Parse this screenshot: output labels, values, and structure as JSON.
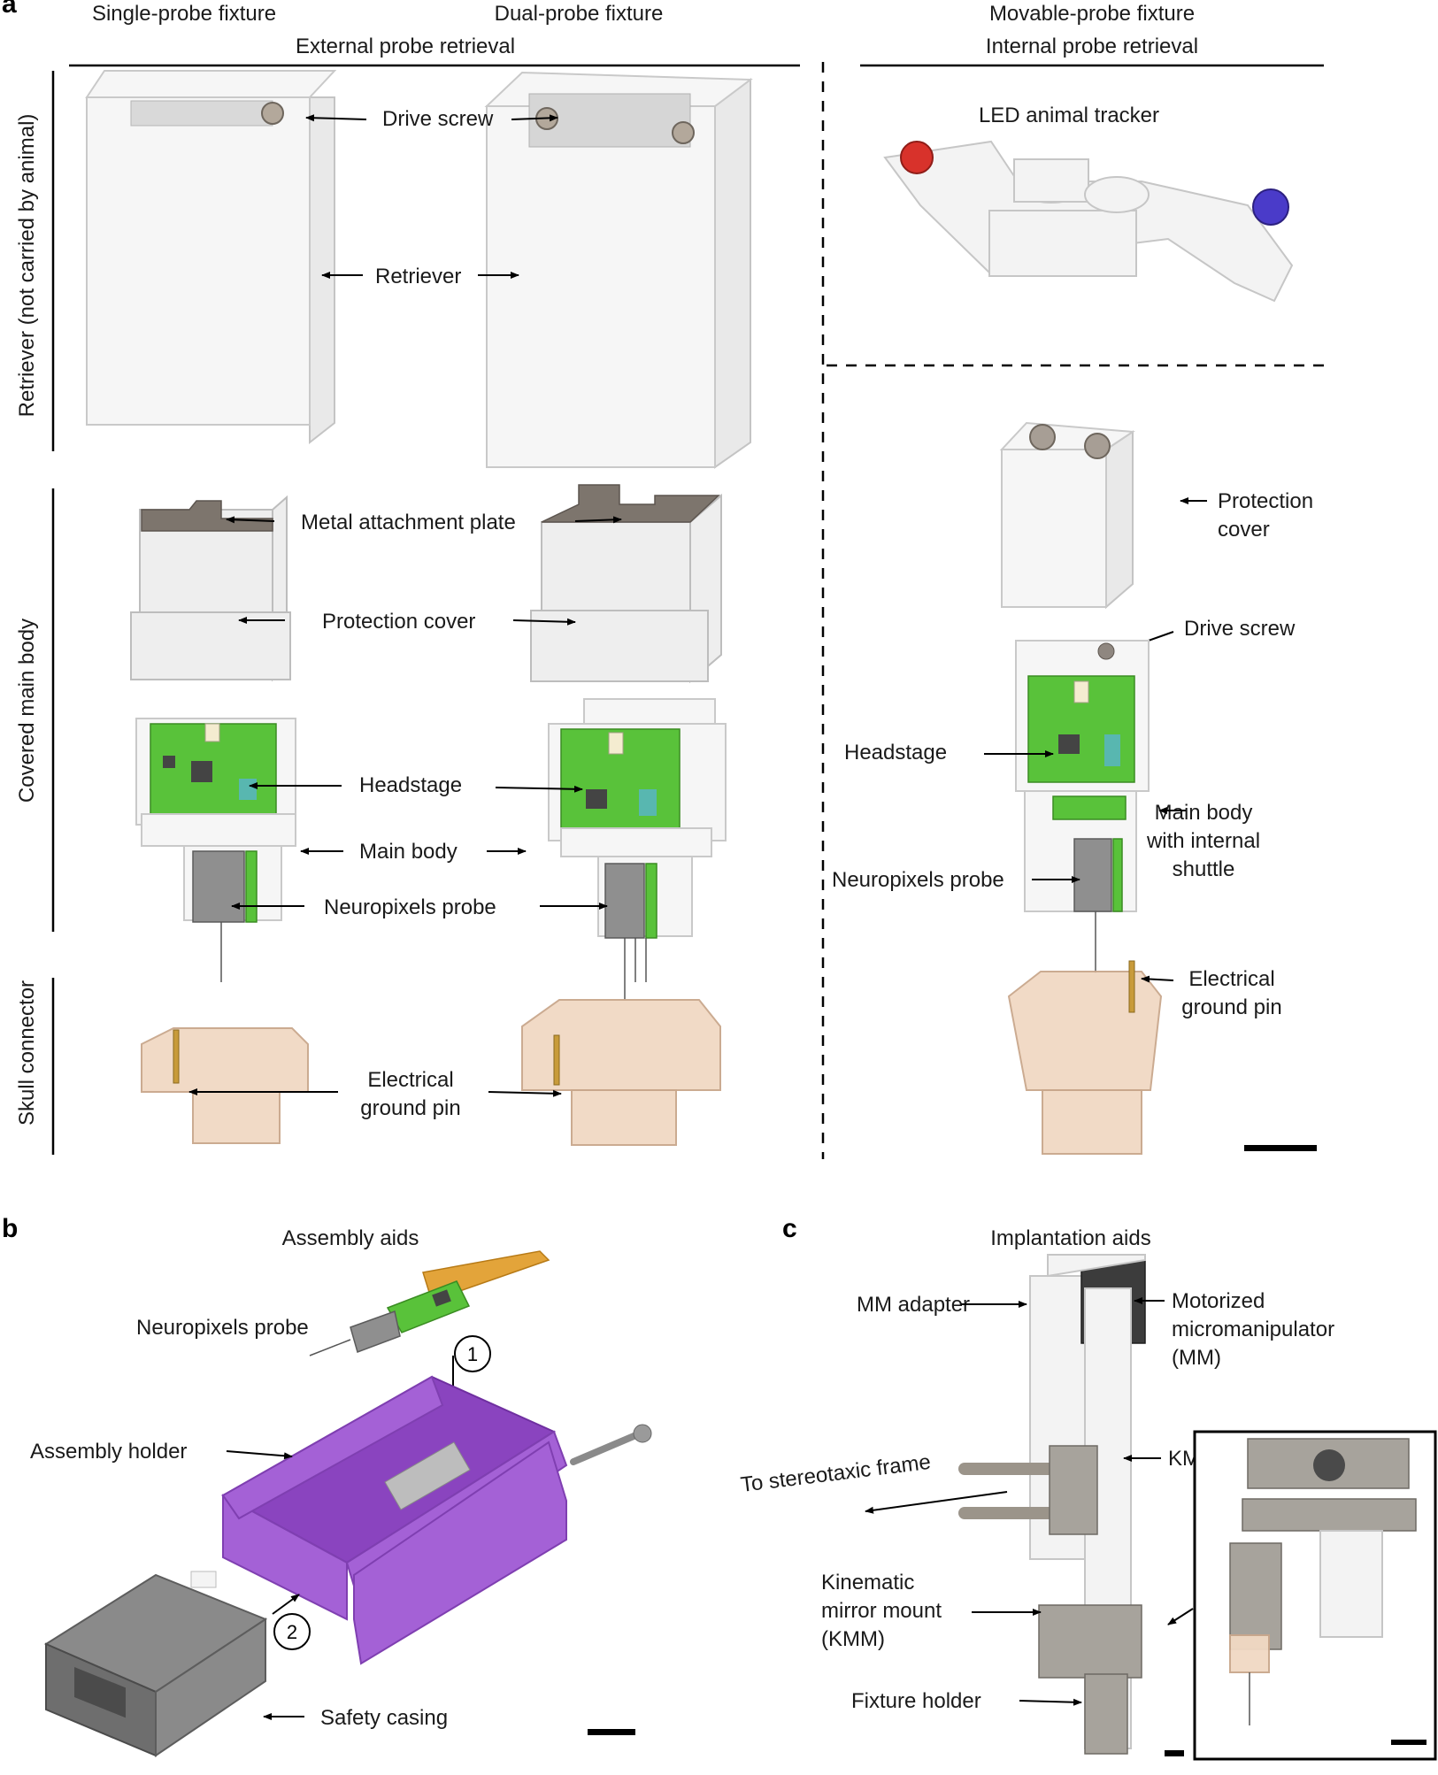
{
  "panels": {
    "a": "a",
    "b": "b",
    "c": "c"
  },
  "panel_a": {
    "col_single": "Single-probe fixture",
    "col_dual": "Dual-probe fixture",
    "col_movable": "Movable-probe fixture",
    "external": "External probe retrieval",
    "internal": "Internal probe retrieval",
    "row_retriever": "Retriever (not carried by animal)",
    "row_covered": "Covered main body",
    "row_skull": "Skull connector",
    "drive_screw": "Drive screw",
    "retriever": "Retriever",
    "led_tracker": "LED animal tracker",
    "metal_plate": "Metal attachment plate",
    "protection_cover": "Protection cover",
    "headstage": "Headstage",
    "main_body": "Main body",
    "neuropixels_probe": "Neuropixels probe",
    "ground_pin_1": "Electrical",
    "ground_pin_2": "ground pin",
    "right_protection_1": "Protection",
    "right_protection_2": "cover",
    "right_drive_screw": "Drive screw",
    "right_headstage": "Headstage",
    "right_main_1": "Main body",
    "right_main_2": "with internal",
    "right_main_3": "shuttle",
    "right_probe": "Neuropixels probe",
    "right_ground_1": "Electrical",
    "right_ground_2": "ground pin"
  },
  "panel_b": {
    "title": "Assembly aids",
    "probe": "Neuropixels probe",
    "holder": "Assembly holder",
    "casing": "Safety casing",
    "step1": "1",
    "step2": "2"
  },
  "panel_c": {
    "title": "Implantation aids",
    "mm_adapter": "MM adapter",
    "motorized_1": "Motorized",
    "motorized_2": "micromanipulator",
    "motorized_3": "(MM)",
    "kmm_adapter": "KMM adapter",
    "stereotaxic": "To stereotaxic frame",
    "kmm_1": "Kinematic",
    "kmm_2": "mirror mount",
    "kmm_3": "(KMM)",
    "fixture_holder": "Fixture holder"
  },
  "colors": {
    "pcb": "#59c23a",
    "purple": "#a461d6",
    "led_red": "#d8322b",
    "led_blue": "#4a3bc9",
    "connector": "#f1d9c4"
  }
}
